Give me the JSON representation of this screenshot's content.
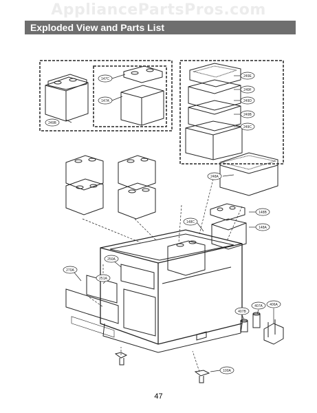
{
  "watermark": "AppliancePartsPros.com",
  "header": {
    "title": "Exploded View and Parts List"
  },
  "callouts": {
    "c249b": "249B",
    "c147c": "147C",
    "c147a": "147A",
    "c249e": "249E",
    "c249f": "249F",
    "c249d": "249D",
    "c249b2": "249B",
    "c249c": "249C",
    "c248a": "248A",
    "c148b": "148B",
    "c148c": "148C",
    "c148a": "148A",
    "c250a": "250A",
    "c251a": "251A",
    "c270a": "270A",
    "c407b": "407B",
    "c407a": "407A",
    "c406a": "406A",
    "c100a": "100A"
  },
  "page_number": "47"
}
